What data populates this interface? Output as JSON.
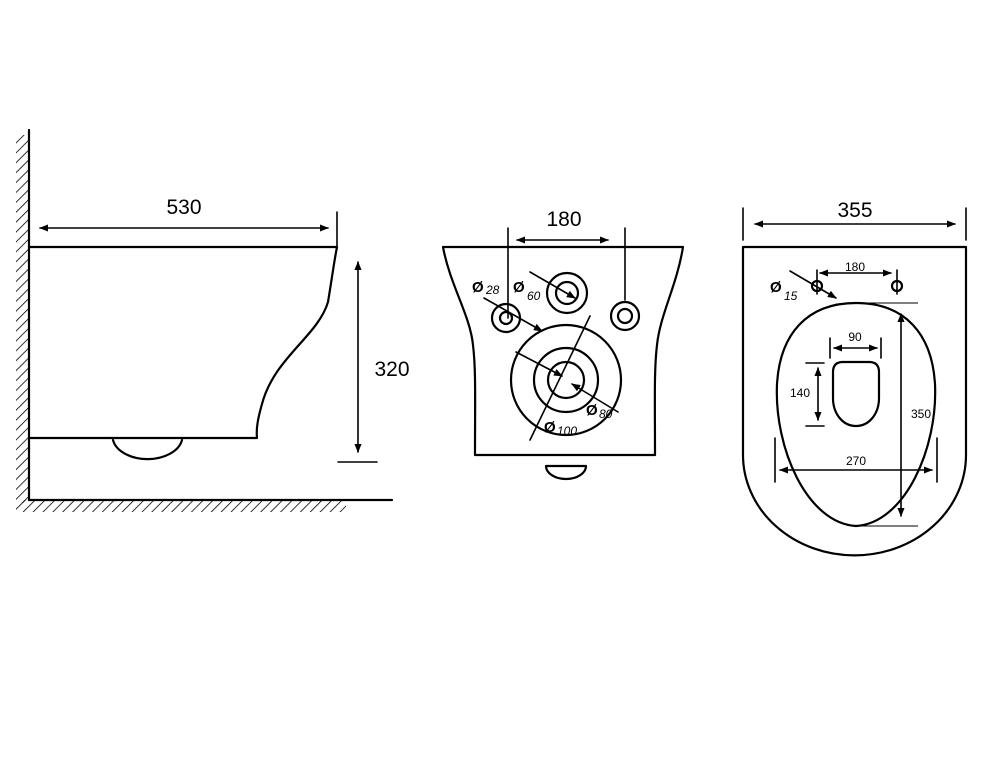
{
  "side_view": {
    "width_label": "530",
    "height_label": "320"
  },
  "back_view": {
    "spacing_label": "180",
    "inlet_diameter_label": "28",
    "pipe_diameter_label": "60",
    "outlet_inner_label": "80",
    "outlet_outer_label": "100",
    "diameter_symbol": "Ø"
  },
  "top_view": {
    "width_label": "355",
    "bolt_spacing_label": "180",
    "bolt_diameter_label": "15",
    "outlet_width_label": "90",
    "outlet_length_label": "140",
    "bowl_length_label": "350",
    "bowl_width_label": "270",
    "diameter_symbol": "Ø"
  }
}
